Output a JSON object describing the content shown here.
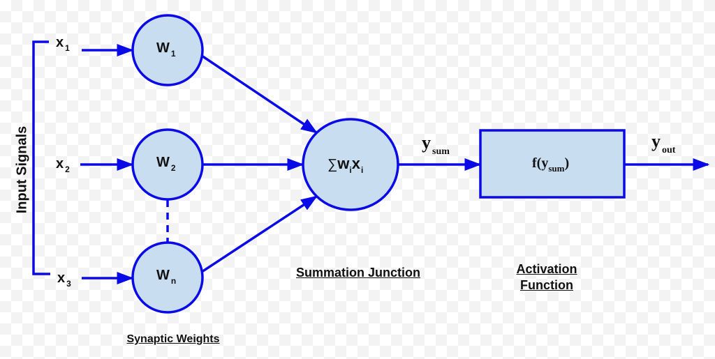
{
  "colors": {
    "stroke": "#0a0ae6",
    "fill": "#c9ddf0",
    "text": "#111111"
  },
  "input_label": "Input Signals",
  "inputs": [
    {
      "base": "x",
      "sub": "1"
    },
    {
      "base": "x",
      "sub": "2"
    },
    {
      "base": "x",
      "sub": "3"
    }
  ],
  "weights": [
    {
      "base": "W",
      "sub": "1"
    },
    {
      "base": "W",
      "sub": "2"
    },
    {
      "base": "W",
      "sub": "n"
    }
  ],
  "summation": {
    "symbol": "∑",
    "w": "w",
    "w_sub": "i",
    "x": "x",
    "x_sub": "i"
  },
  "y_sum": {
    "base": "y",
    "sub": "sum"
  },
  "activation": {
    "f": "f(",
    "base": "y",
    "sub": "sum",
    "close": ")"
  },
  "y_out": {
    "base": "y",
    "sub": "out"
  },
  "captions": {
    "synaptic_weights": "Synaptic Weights",
    "summation_junction": "Summation Junction",
    "activation_line1": "Activation",
    "activation_line2": "Function"
  }
}
